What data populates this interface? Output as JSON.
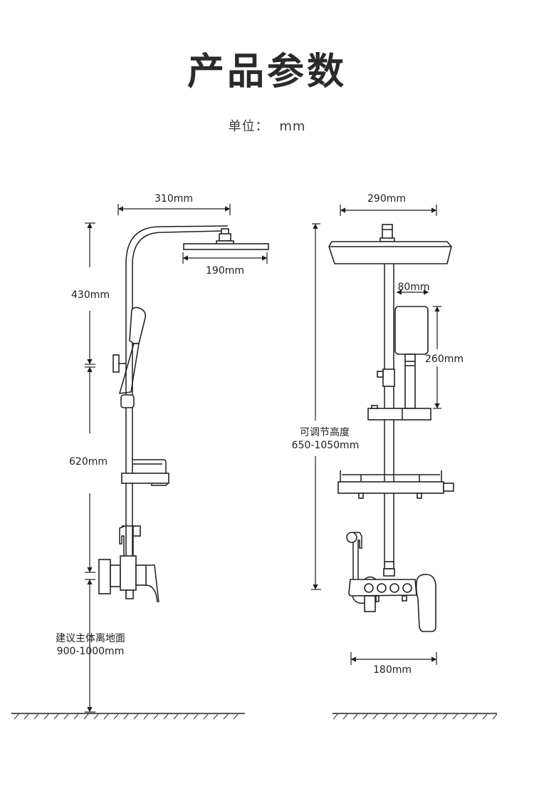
{
  "header": {
    "title": "产品参数",
    "unit_label": "单位：",
    "unit_value": "mm"
  },
  "left_view": {
    "name": "side-view",
    "dimensions": {
      "total_arm_width": "310mm",
      "head_shower_diameter": "190mm",
      "upper_height": "430mm",
      "middle_height": "620mm"
    },
    "install_note": {
      "line1": "建议主体离地面",
      "line2": "900-1000mm"
    }
  },
  "right_view": {
    "name": "front-view",
    "dimensions": {
      "head_shower_width": "290mm",
      "hand_shower_width": "80mm",
      "hand_shower_length": "260mm",
      "mixer_width": "180mm"
    },
    "adjustable_height": {
      "line1": "可调节高度",
      "line2": "650-1050mm"
    }
  }
}
